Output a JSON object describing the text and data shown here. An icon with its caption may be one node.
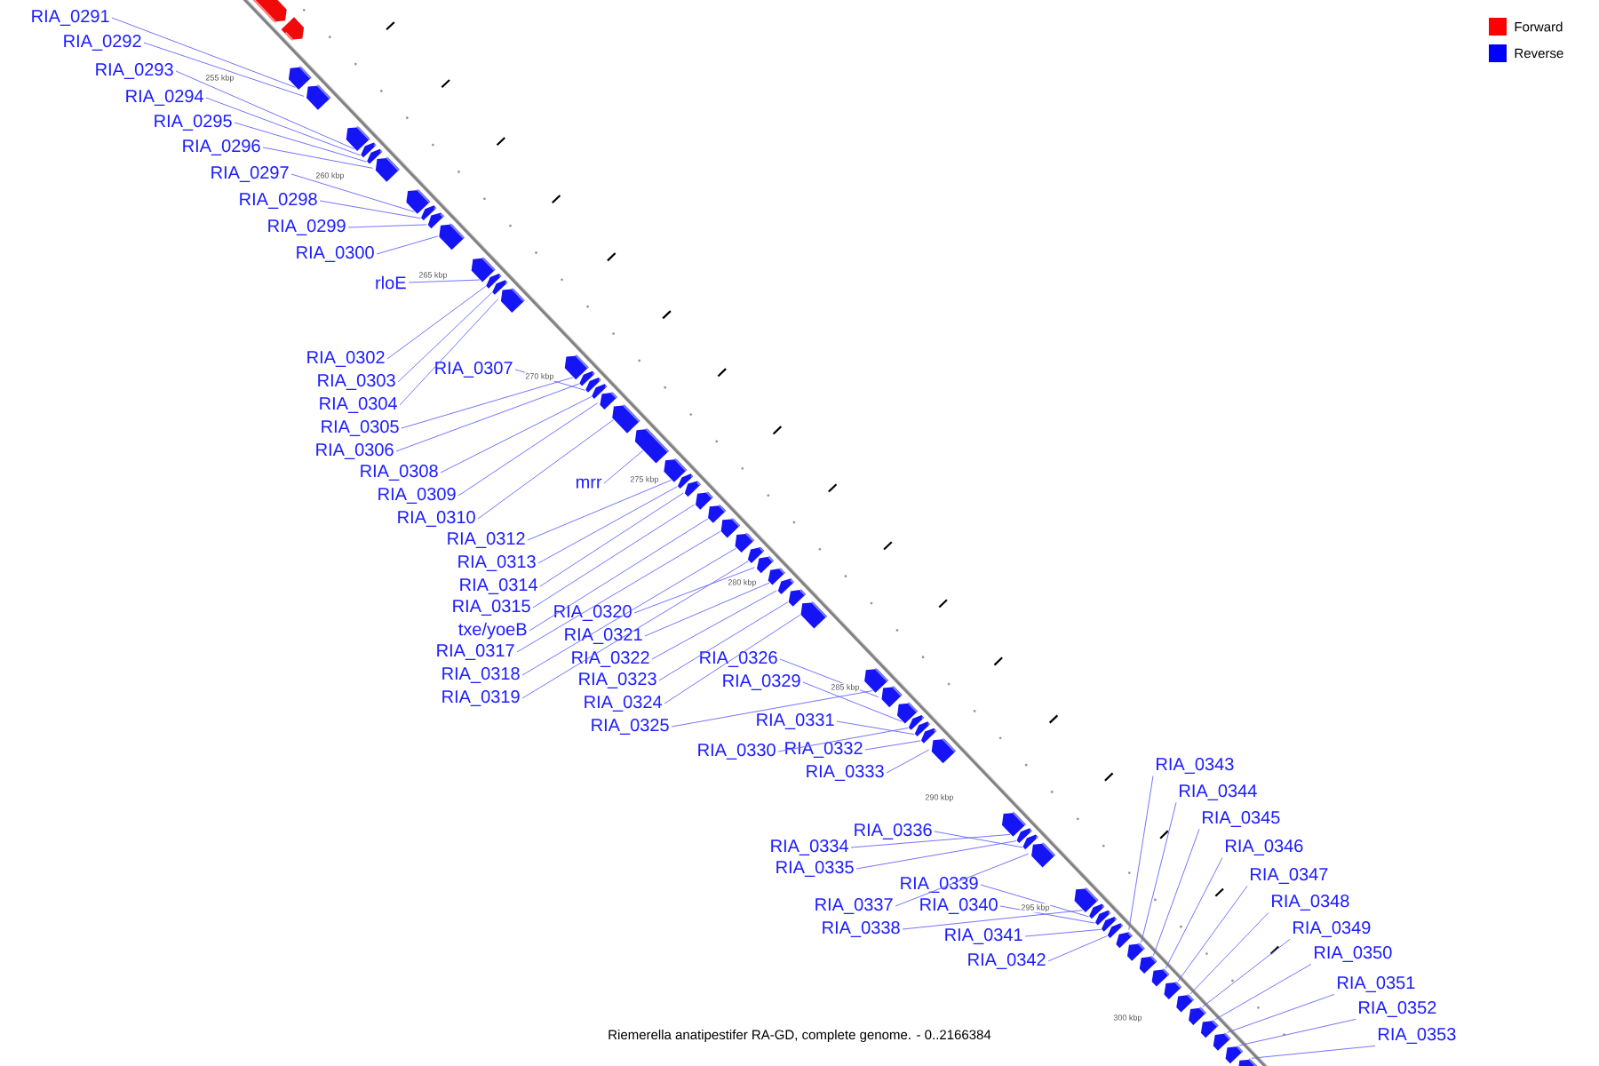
{
  "diagram": {
    "caption": "Riemerella anatipestifer RA-GD, complete genome. - 0..2166384",
    "nodes": [
      {
        "text": [
          "RIA_0291"
        ]
      },
      {
        "text": [
          "RIA_0292"
        ]
      },
      {
        "text": [
          "RIA_0293"
        ]
      },
      {
        "text": [
          "RIA_0294"
        ]
      },
      {
        "text": [
          "RIA_0295"
        ]
      },
      {
        "text": [
          "RIA_0296"
        ]
      },
      {
        "text": [
          "RIA_0297"
        ]
      },
      {
        "text": [
          "RIA_0298"
        ]
      },
      {
        "text": [
          "RIA_0299"
        ]
      },
      {
        "text": [
          "RIA_0300"
        ]
      },
      {
        "text": [
          "rloE"
        ]
      },
      {
        "text": [
          "RIA_0302"
        ]
      },
      {
        "text": [
          "RIA_0303"
        ]
      },
      {
        "text": [
          "RIA_0304"
        ]
      },
      {
        "text": [
          "RIA_0305"
        ]
      },
      {
        "text": [
          "RIA_0306"
        ]
      },
      {
        "text": [
          "RIA_0307"
        ]
      },
      {
        "text": [
          "RIA_0308"
        ]
      },
      {
        "text": [
          "RIA_0309"
        ]
      },
      {
        "text": [
          "RIA_0310"
        ]
      },
      {
        "text": [
          "mrr"
        ]
      },
      {
        "text": [
          "RIA_0312"
        ]
      },
      {
        "text": [
          "RIA_0313"
        ]
      },
      {
        "text": [
          "RIA_0314"
        ]
      },
      {
        "text": [
          "RIA_0315"
        ]
      },
      {
        "text": [
          "txe/yoeB"
        ]
      },
      {
        "text": [
          "RIA_0317"
        ]
      },
      {
        "text": [
          "RIA_0318"
        ]
      },
      {
        "text": [
          "RIA_0319"
        ]
      },
      {
        "text": [
          "RIA_0320"
        ]
      },
      {
        "text": [
          "RIA_0321"
        ]
      },
      {
        "text": [
          "RIA_0322"
        ]
      },
      {
        "text": [
          "RIA_0323"
        ]
      },
      {
        "text": [
          "RIA_0324"
        ]
      },
      {
        "text": [
          "RIA_0325"
        ]
      },
      {
        "text": [
          "RIA_0326"
        ]
      },
      {
        "text": [
          "RIA_0329"
        ]
      },
      {
        "text": [
          "RIA_0331"
        ]
      },
      {
        "text": [
          "RIA_0330"
        ]
      },
      {
        "text": [
          "RIA_0332"
        ]
      },
      {
        "text": [
          "RIA_0333"
        ]
      },
      {
        "text": [
          "RIA_0336"
        ]
      },
      {
        "text": [
          "RIA_0334"
        ]
      },
      {
        "text": [
          "RIA_0335"
        ]
      },
      {
        "text": [
          "RIA_0339"
        ]
      },
      {
        "text": [
          "RIA_0337"
        ]
      },
      {
        "text": [
          "RIA_0340"
        ]
      },
      {
        "text": [
          "RIA_0338"
        ]
      },
      {
        "text": [
          "RIA_0341"
        ]
      },
      {
        "text": [
          "RIA_0342"
        ]
      },
      {
        "text": [
          "RIA_0343"
        ]
      },
      {
        "text": [
          "RIA_0344"
        ]
      },
      {
        "text": [
          "RIA_0345"
        ]
      },
      {
        "text": [
          "RIA_0346"
        ]
      },
      {
        "text": [
          "RIA_0347"
        ]
      },
      {
        "text": [
          "RIA_0348"
        ]
      },
      {
        "text": [
          "RIA_0349"
        ]
      },
      {
        "text": [
          "RIA_0350"
        ]
      },
      {
        "text": [
          "RIA_0351"
        ]
      },
      {
        "text": [
          "RIA_0352"
        ]
      },
      {
        "text": [
          "RIA_0353"
        ]
      },
      {
        "text": [],
        "shape": "arrow"
      },
      {
        "text": [],
        "shape": "arrow"
      },
      {
        "text": [],
        "shape": "arrow"
      },
      {
        "text": [],
        "shape": "arrow"
      },
      {
        "text": [],
        "shape": "arrow"
      },
      {
        "text": [],
        "shape": "arrow"
      },
      {
        "text": [],
        "shape": "arrow"
      },
      {
        "text": [],
        "shape": "arrow"
      },
      {
        "text": [],
        "shape": "arrow"
      },
      {
        "text": [],
        "shape": "arrow"
      },
      {
        "text": [],
        "shape": "arrow"
      },
      {
        "text": [],
        "shape": "arrow"
      },
      {
        "text": [],
        "shape": "arrow"
      },
      {
        "text": [],
        "shape": "arrow"
      },
      {
        "text": [],
        "shape": "arrow"
      },
      {
        "text": [],
        "shape": "arrow"
      },
      {
        "text": [],
        "shape": "arrow"
      },
      {
        "text": [],
        "shape": "arrow"
      },
      {
        "text": [],
        "shape": "arrow"
      },
      {
        "text": [],
        "shape": "arrow"
      },
      {
        "text": [],
        "shape": "arrow"
      },
      {
        "text": [],
        "shape": "arrow"
      },
      {
        "text": [],
        "shape": "arrow"
      },
      {
        "text": [],
        "shape": "arrow"
      },
      {
        "text": [],
        "shape": "arrow"
      },
      {
        "text": [],
        "shape": "arrow"
      },
      {
        "text": [],
        "shape": "arrow"
      },
      {
        "text": [],
        "shape": "arrow"
      },
      {
        "text": [],
        "shape": "arrow"
      },
      {
        "text": [],
        "shape": "arrow"
      },
      {
        "text": [],
        "shape": "arrow"
      },
      {
        "text": [],
        "shape": "arrow"
      },
      {
        "text": [],
        "shape": "arrow"
      },
      {
        "text": [],
        "shape": "arrow"
      },
      {
        "text": [],
        "shape": "arrow"
      },
      {
        "text": [],
        "shape": "arrow"
      },
      {
        "text": [],
        "shape": "arrow"
      },
      {
        "text": [],
        "shape": "arrow"
      },
      {
        "text": [],
        "shape": "arrow"
      },
      {
        "text": [],
        "shape": "arrow"
      },
      {
        "text": [],
        "shape": "arrow"
      },
      {
        "text": [],
        "shape": "arrow"
      },
      {
        "text": [],
        "shape": "arrow"
      },
      {
        "text": [],
        "shape": "arrow"
      },
      {
        "text": [],
        "shape": "arrow"
      },
      {
        "text": [],
        "shape": "arrow"
      },
      {
        "text": [],
        "shape": "arrow"
      },
      {
        "text": [],
        "shape": "arrow"
      },
      {
        "text": [],
        "shape": "arrow"
      },
      {
        "text": [],
        "shape": "arrow"
      },
      {
        "text": [],
        "shape": "arrow"
      },
      {
        "text": [],
        "shape": "arrow"
      },
      {
        "text": [],
        "shape": "arrow"
      },
      {
        "text": [],
        "shape": "arrow"
      },
      {
        "text": [],
        "shape": "arrow"
      },
      {
        "text": [],
        "shape": "arrow"
      },
      {
        "text": [],
        "shape": "arrow"
      },
      {
        "text": [],
        "shape": "arrow"
      },
      {
        "text": [],
        "shape": "arrow"
      },
      {
        "text": [],
        "shape": "arrow"
      },
      {
        "text": [],
        "shape": "arrow"
      },
      {
        "text": [],
        "shape": "arrow"
      },
      {
        "text": [],
        "shape": "arrow"
      }
    ],
    "edges": [
      {
        "from": 0,
        "to": 63,
        "arrow": "none"
      },
      {
        "from": 1,
        "to": 64,
        "arrow": "none"
      },
      {
        "from": 2,
        "to": 65,
        "arrow": "none"
      },
      {
        "from": 3,
        "to": 66,
        "arrow": "none"
      },
      {
        "from": 4,
        "to": 67,
        "arrow": "none"
      },
      {
        "from": 5,
        "to": 68,
        "arrow": "none"
      },
      {
        "from": 6,
        "to": 69,
        "arrow": "none"
      },
      {
        "from": 7,
        "to": 70,
        "arrow": "none"
      },
      {
        "from": 8,
        "to": 71,
        "arrow": "none"
      },
      {
        "from": 9,
        "to": 72,
        "arrow": "none"
      },
      {
        "from": 10,
        "to": 73,
        "arrow": "none"
      },
      {
        "from": 11,
        "to": 74,
        "arrow": "none"
      },
      {
        "from": 12,
        "to": 75,
        "arrow": "none"
      },
      {
        "from": 13,
        "to": 76,
        "arrow": "none"
      },
      {
        "from": 14,
        "to": 77,
        "arrow": "none"
      },
      {
        "from": 15,
        "to": 78,
        "arrow": "none"
      },
      {
        "from": 16,
        "to": 79,
        "arrow": "none"
      },
      {
        "from": 17,
        "to": 80,
        "arrow": "none"
      },
      {
        "from": 18,
        "to": 81,
        "arrow": "none"
      },
      {
        "from": 19,
        "to": 82,
        "arrow": "none"
      },
      {
        "from": 20,
        "to": 83,
        "arrow": "none"
      },
      {
        "from": 21,
        "to": 84,
        "arrow": "none"
      },
      {
        "from": 22,
        "to": 85,
        "arrow": "none"
      },
      {
        "from": 23,
        "to": 86,
        "arrow": "none"
      },
      {
        "from": 24,
        "to": 87,
        "arrow": "none"
      },
      {
        "from": 25,
        "to": 88,
        "arrow": "none"
      },
      {
        "from": 26,
        "to": 89,
        "arrow": "none"
      },
      {
        "from": 27,
        "to": 90,
        "arrow": "none"
      },
      {
        "from": 28,
        "to": 91,
        "arrow": "none"
      },
      {
        "from": 29,
        "to": 92,
        "arrow": "none"
      },
      {
        "from": 30,
        "to": 93,
        "arrow": "none"
      },
      {
        "from": 31,
        "to": 94,
        "arrow": "none"
      },
      {
        "from": 32,
        "to": 95,
        "arrow": "none"
      },
      {
        "from": 33,
        "to": 96,
        "arrow": "none"
      },
      {
        "from": 34,
        "to": 97,
        "arrow": "none"
      },
      {
        "from": 35,
        "to": 98,
        "arrow": "none"
      },
      {
        "from": 36,
        "to": 99,
        "arrow": "none"
      },
      {
        "from": 37,
        "to": 101,
        "arrow": "none"
      },
      {
        "from": 38,
        "to": 100,
        "arrow": "none"
      },
      {
        "from": 39,
        "to": 102,
        "arrow": "none"
      },
      {
        "from": 40,
        "to": 103,
        "arrow": "none"
      },
      {
        "from": 41,
        "to": 106,
        "arrow": "none"
      },
      {
        "from": 42,
        "to": 104,
        "arrow": "none"
      },
      {
        "from": 43,
        "to": 105,
        "arrow": "none"
      },
      {
        "from": 44,
        "to": 109,
        "arrow": "none"
      },
      {
        "from": 45,
        "to": 107,
        "arrow": "none"
      },
      {
        "from": 46,
        "to": 110,
        "arrow": "none"
      },
      {
        "from": 47,
        "to": 108,
        "arrow": "none"
      },
      {
        "from": 48,
        "to": 111,
        "arrow": "none"
      },
      {
        "from": 49,
        "to": 112,
        "arrow": "none"
      },
      {
        "from": 50,
        "to": 113,
        "arrow": "none"
      },
      {
        "from": 51,
        "to": 114,
        "arrow": "none"
      },
      {
        "from": 52,
        "to": 115,
        "arrow": "none"
      },
      {
        "from": 53,
        "to": 116,
        "arrow": "none"
      },
      {
        "from": 54,
        "to": 117,
        "arrow": "none"
      },
      {
        "from": 55,
        "to": 118,
        "arrow": "none"
      },
      {
        "from": 56,
        "to": 119,
        "arrow": "none"
      },
      {
        "from": 57,
        "to": 120,
        "arrow": "none"
      },
      {
        "from": 58,
        "to": 121,
        "arrow": "none"
      },
      {
        "from": 59,
        "to": 122,
        "arrow": "none"
      },
      {
        "from": 60,
        "to": 123,
        "arrow": "none"
      }
    ],
    "labels": [
      "255 kbp",
      "260 kbp",
      "265 kbp",
      "270 kbp",
      "275 kbp",
      "280 kbp",
      "285 kbp",
      "290 kbp",
      "295 kbp",
      "300 kbp"
    ],
    "legend": [
      {
        "text": "Forward",
        "color": "#ff0000"
      },
      {
        "text": "Reverse",
        "color": "#0000ff"
      }
    ]
  }
}
